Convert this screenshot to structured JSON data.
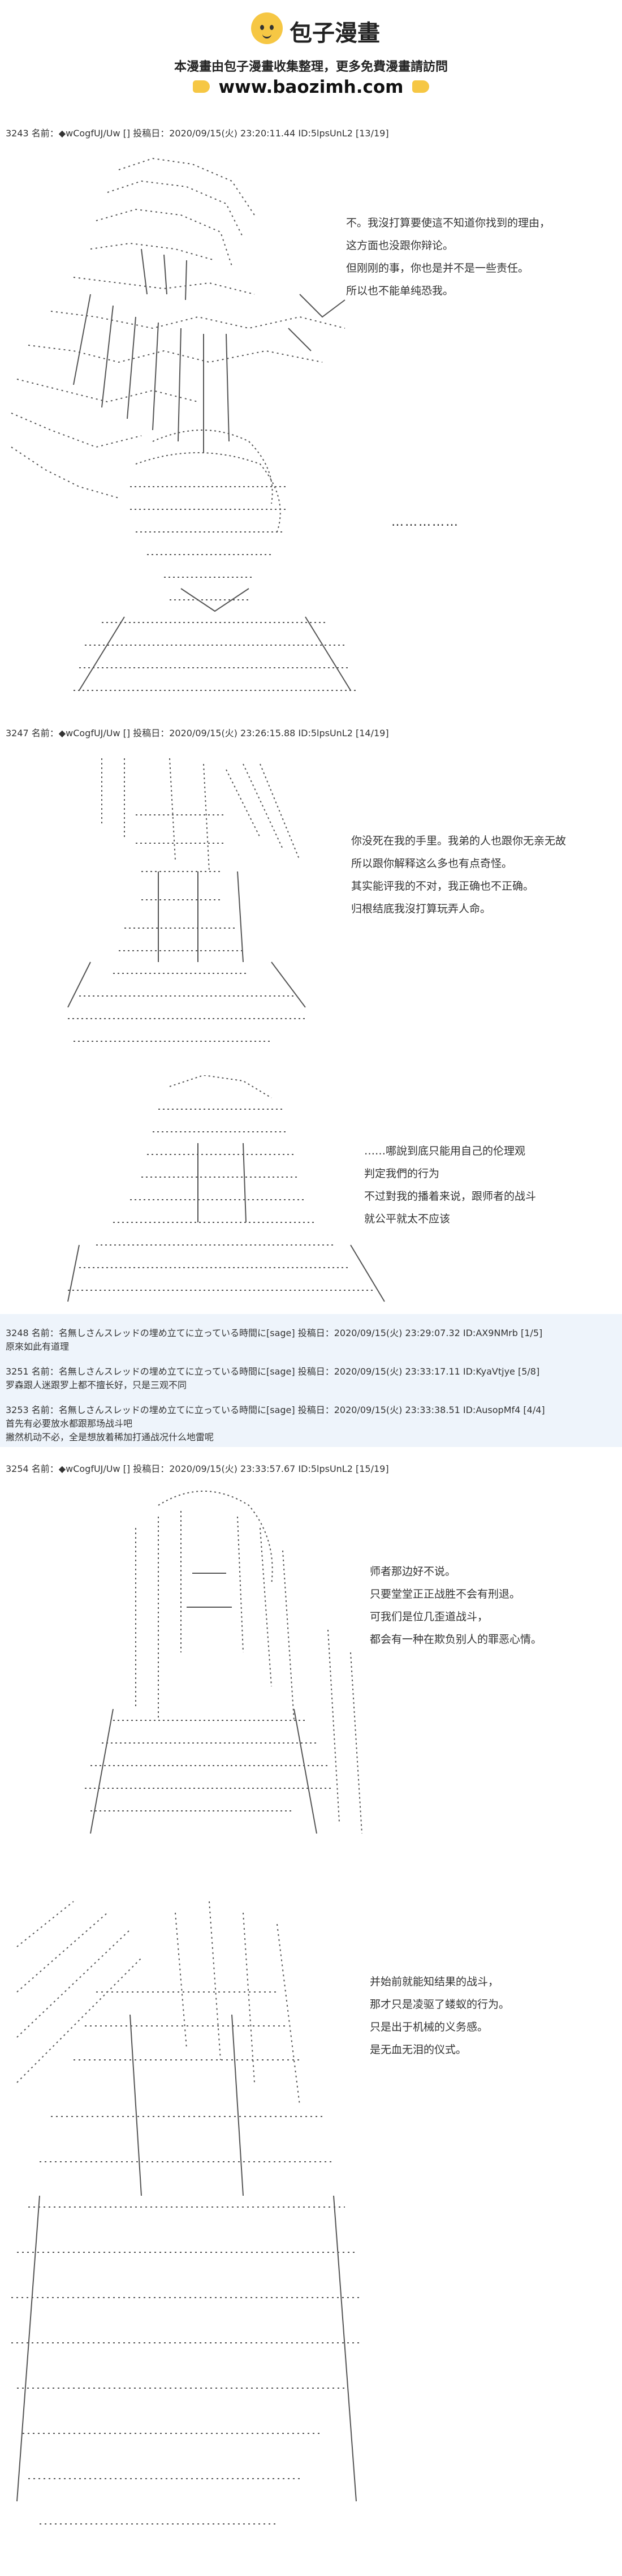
{
  "banner": {
    "logo_text": "包子漫畫",
    "line1": "本漫畫由包子漫畫收集整理，更多免費漫畫請訪問",
    "url": "www.baozimh.com",
    "brand_color": "#f6c744"
  },
  "posts": [
    {
      "header": "3243 名前：◆wCogfUJ/Uw [] 投稿日：2020/09/15(火) 23:20:11.44 ID:5lpsUnL2 [13/19]",
      "panels": [
        {
          "lines": [
            "不。我沒打算要使這不知道你找到的理由，",
            "这方面也没跟你辩论。",
            "但刚刚的事，你也是并不是一些责任。",
            "所以也不能单纯恐我。"
          ]
        },
        {
          "ellipsis": "……………"
        }
      ]
    },
    {
      "header": "3247 名前：◆wCogfUJ/Uw [] 投稿日：2020/09/15(火) 23:26:15.88 ID:5lpsUnL2 [14/19]",
      "panels": [
        {
          "lines": [
            "你没死在我的手里。我弟的人也跟你无亲无故",
            "所以跟你解释这么多也有点奇怪。",
            "其实能评我的不对，我正确也不正确。",
            "归根结底我沒打算玩弄人命。"
          ]
        },
        {
          "lines": [
            "……哪說到底只能用自己的伦理观",
            "判定我們的行为",
            "不过對我的播着来说，跟师者的战斗",
            "就公平就太不应该"
          ]
        }
      ]
    },
    {
      "header": "3254 名前：◆wCogfUJ/Uw [] 投稿日：2020/09/15(火) 23:33:57.67 ID:5lpsUnL2 [15/19]",
      "panels": [
        {
          "lines": [
            "师者那边好不说。",
            "只要堂堂正正战胜不会有刑退。",
            "可我们是位几歪道战斗，",
            "都会有一种在欺负别人的罪恶心情。"
          ]
        },
        {
          "lines": [
            "并始前就能知结果的战斗，",
            "那才只是凌驱了蝼蚁的行为。",
            "只是出于机械的义务感。",
            "是无血无泪的仪式。"
          ]
        }
      ]
    }
  ],
  "replies": [
    {
      "header": "3248 名前：名無しさんスレッドの埋め立てに立っている時間に[sage] 投稿日：2020/09/15(火) 23:29:07.32 ID:AX9NMrb [1/5]",
      "body": "原來如此有道理"
    },
    {
      "header": "3251 名前：名無しさんスレッドの埋め立てに立っている時間に[sage] 投稿日：2020/09/15(火) 23:33:17.11 ID:KyaVtjye [5/8]",
      "body": "罗森跟人迷跟罗上都不擅长好，只是三观不同"
    },
    {
      "header": "3253 名前：名無しさんスレッドの埋め立てに立っている時間に[sage] 投稿日：2020/09/15(火) 23:33:38.51 ID:AusopMf4 [4/4]",
      "body": "首先有必要放水都跟那场战斗吧",
      "body2": "撇然机动不必，全是想放着稀加打通战况什么地雷呢"
    }
  ]
}
